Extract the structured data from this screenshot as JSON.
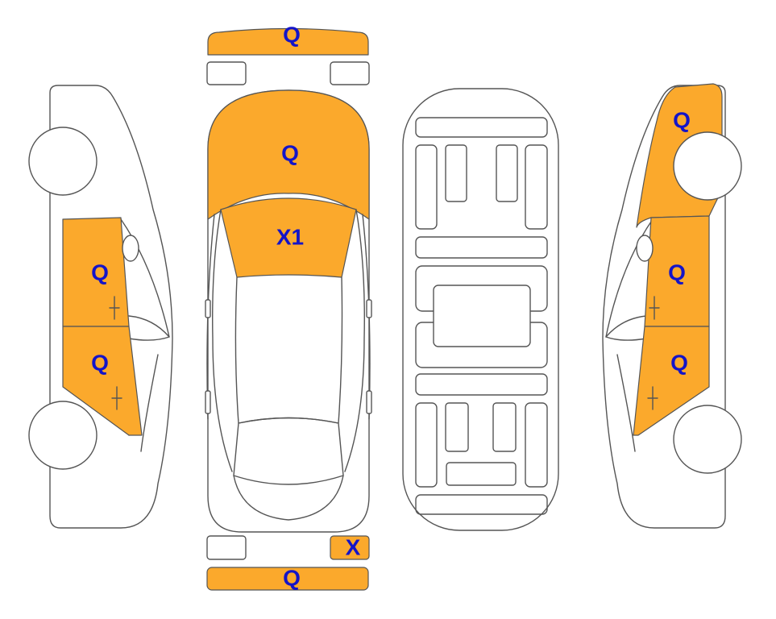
{
  "colors": {
    "damaged_fill": "#FBA92C",
    "undamaged_fill": "#FFFFFF",
    "outline": "#555555",
    "label": "#1414C8"
  },
  "panels": {
    "front_bumper": "Q",
    "hood": "Q",
    "windshield": "X1",
    "rear_bumper": "Q",
    "rear_right_lamp": "X",
    "left_front_door": "Q",
    "left_rear_door": "Q",
    "right_front_fender": "Q",
    "right_front_door": "Q",
    "right_rear_door": "Q"
  }
}
